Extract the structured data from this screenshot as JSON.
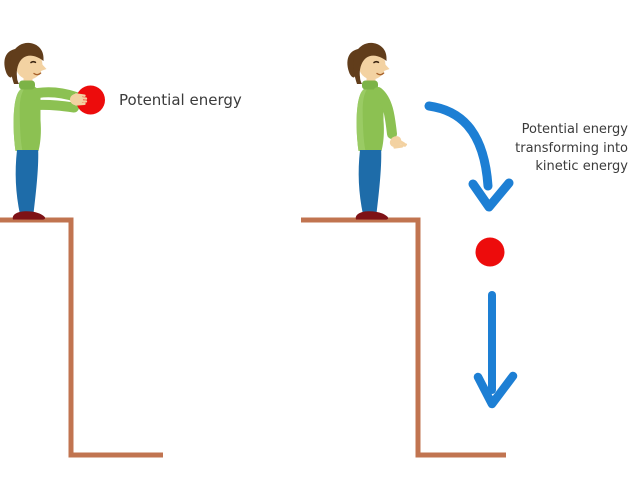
{
  "colors": {
    "background": "#FFFFFF",
    "arrow_blue": "#1D7FD4",
    "ball_red": "#ED0C0C",
    "cliff_brown": "#C17450",
    "label_text": "#3B3B3B",
    "hair_brown": "#613D1B",
    "skin_tone": "#F3D2A2",
    "sweater_green": "#8CC152",
    "sweater_green_light": "#9CCD67",
    "sweater_green_dark": "#7CB347",
    "jeans_blue": "#1E6CA9",
    "shoe_maroon": "#7E1216"
  },
  "icons": {
    "curved_arrow": "curved-arrow-down",
    "down_arrow": "straight-arrow-down",
    "held_ball": "red-ball",
    "falling_ball": "red-ball"
  },
  "scenes": {
    "left": {
      "caption": "Potential energy"
    },
    "right": {
      "caption_lines": [
        "Potential energy",
        "transforming into",
        "kinetic energy"
      ]
    }
  }
}
